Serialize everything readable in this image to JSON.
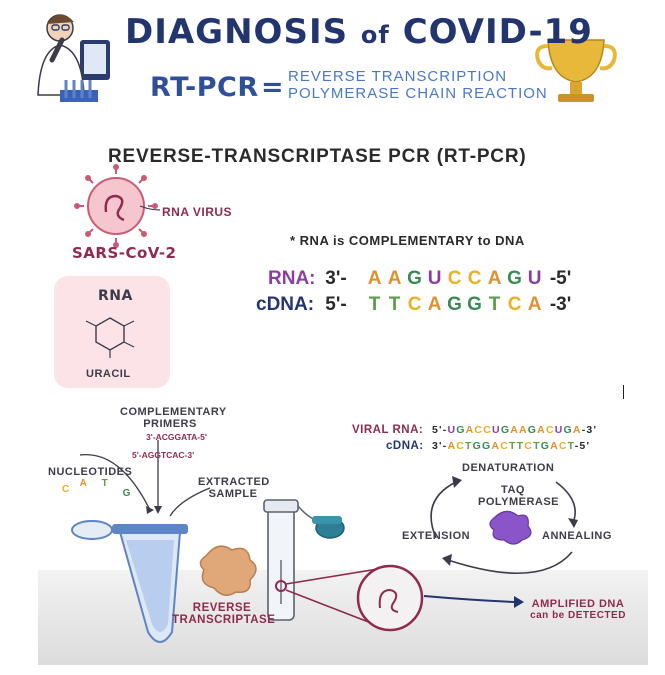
{
  "header": {
    "title_a": "DIAGNOSIS",
    "title_of": "of",
    "title_b": "COVID-19",
    "abbr": "RT-PCR",
    "equals": "=",
    "definition_line1": "REVERSE TRANSCRIPTION",
    "definition_line2": "POLYMERASE CHAIN REACTION"
  },
  "section_title": "REVERSE-TRANSCRIPTASE PCR (RT-PCR)",
  "virus": {
    "label": "RNA VIRUS",
    "name": "SARS-CoV-2"
  },
  "rna_card": {
    "title": "RNA",
    "base": "URACIL"
  },
  "complement_note": "* RNA is COMPLEMENTARY to DNA",
  "rna_seq": {
    "label": "RNA:",
    "prefix": "3'-",
    "bases": [
      "A",
      "A",
      "G",
      "U",
      "C",
      "C",
      "A",
      "G",
      "U"
    ],
    "suffix": "-5'"
  },
  "cdna_seq": {
    "label": "cDNA:",
    "prefix": "5'-",
    "bases": [
      "T",
      "T",
      "C",
      "A",
      "G",
      "G",
      "T",
      "C",
      "A"
    ],
    "suffix": "-3'"
  },
  "primers": {
    "label_line1": "COMPLEMENTARY",
    "label_line2": "PRIMERS",
    "seq1": "3'-ACGGATA-5'",
    "seq2": "5'-AGGTCAC-3'"
  },
  "nucleotides": {
    "label": "NUCLEOTIDES",
    "letters": [
      "C",
      "A",
      "T",
      "G"
    ]
  },
  "sample": {
    "label_line1": "EXTRACTED",
    "label_line2": "SAMPLE"
  },
  "enzyme": {
    "label_line1": "REVERSE",
    "label_line2": "TRANSCRIPTASE"
  },
  "viral_rna": {
    "label": "VIRAL RNA:",
    "seq": "5'-UGACCUGAAGACUGA-3'"
  },
  "viral_cdna": {
    "label": "cDNA:",
    "seq": "3'-ACTGGACTTCTGACT-5'"
  },
  "cycle": {
    "denaturation": "DENATURATION",
    "annealing": "ANNEALING",
    "extension": "EXTENSION",
    "polymerase_line1": "TAQ",
    "polymerase_line2": "POLYMERASE"
  },
  "result": {
    "line1": "AMPLIFIED DNA",
    "line2": "can be DETECTED"
  },
  "colors": {
    "navy": "#23356f",
    "blue": "#4a78c8",
    "maroon": "#8e2b4e",
    "A": "#e0902e",
    "G": "#3a8a55",
    "U": "#8a3fa0",
    "C": "#e8b024",
    "T": "#5aa04a",
    "tube": "#5d84c4",
    "virus": "#e48a9a",
    "polymerase": "#8a55c8",
    "enzyme": "#d9a070"
  }
}
